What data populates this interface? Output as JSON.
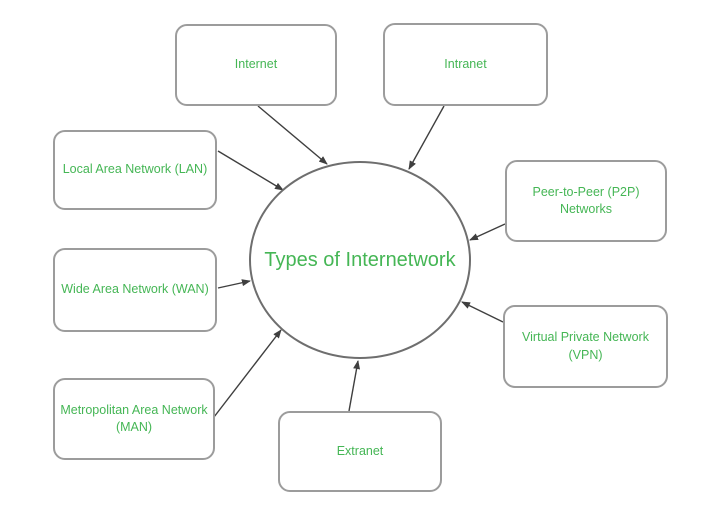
{
  "diagram": {
    "title": "Types of Internetwork",
    "center": {
      "label": "Types of Internetwork"
    },
    "nodes": {
      "internet": {
        "lines": [
          "Internet"
        ]
      },
      "intranet": {
        "lines": [
          "Intranet"
        ]
      },
      "lan": {
        "lines": [
          "Local Area Network (LAN)"
        ]
      },
      "wan": {
        "lines": [
          "Wide Area Network (WAN)"
        ]
      },
      "man": {
        "lines": [
          "Metropolitan Area Network",
          "(MAN)"
        ]
      },
      "p2p": {
        "lines": [
          "Peer-to-Peer (P2P)",
          "Networks"
        ]
      },
      "vpn": {
        "lines": [
          "Virtual Private Network",
          "(VPN)"
        ]
      },
      "extranet": {
        "lines": [
          "Extranet"
        ]
      }
    },
    "edges": [
      {
        "from": "internet",
        "to": "center"
      },
      {
        "from": "intranet",
        "to": "center"
      },
      {
        "from": "lan",
        "to": "center"
      },
      {
        "from": "wan",
        "to": "center"
      },
      {
        "from": "man",
        "to": "center"
      },
      {
        "from": "p2p",
        "to": "center"
      },
      {
        "from": "vpn",
        "to": "center"
      },
      {
        "from": "extranet",
        "to": "center"
      }
    ],
    "colors": {
      "text_green": "#45b655",
      "box_border": "#9c9c9c",
      "circle_border": "#6e6e6e",
      "arrow": "#3f3f3f",
      "background": "#ffffff"
    }
  }
}
